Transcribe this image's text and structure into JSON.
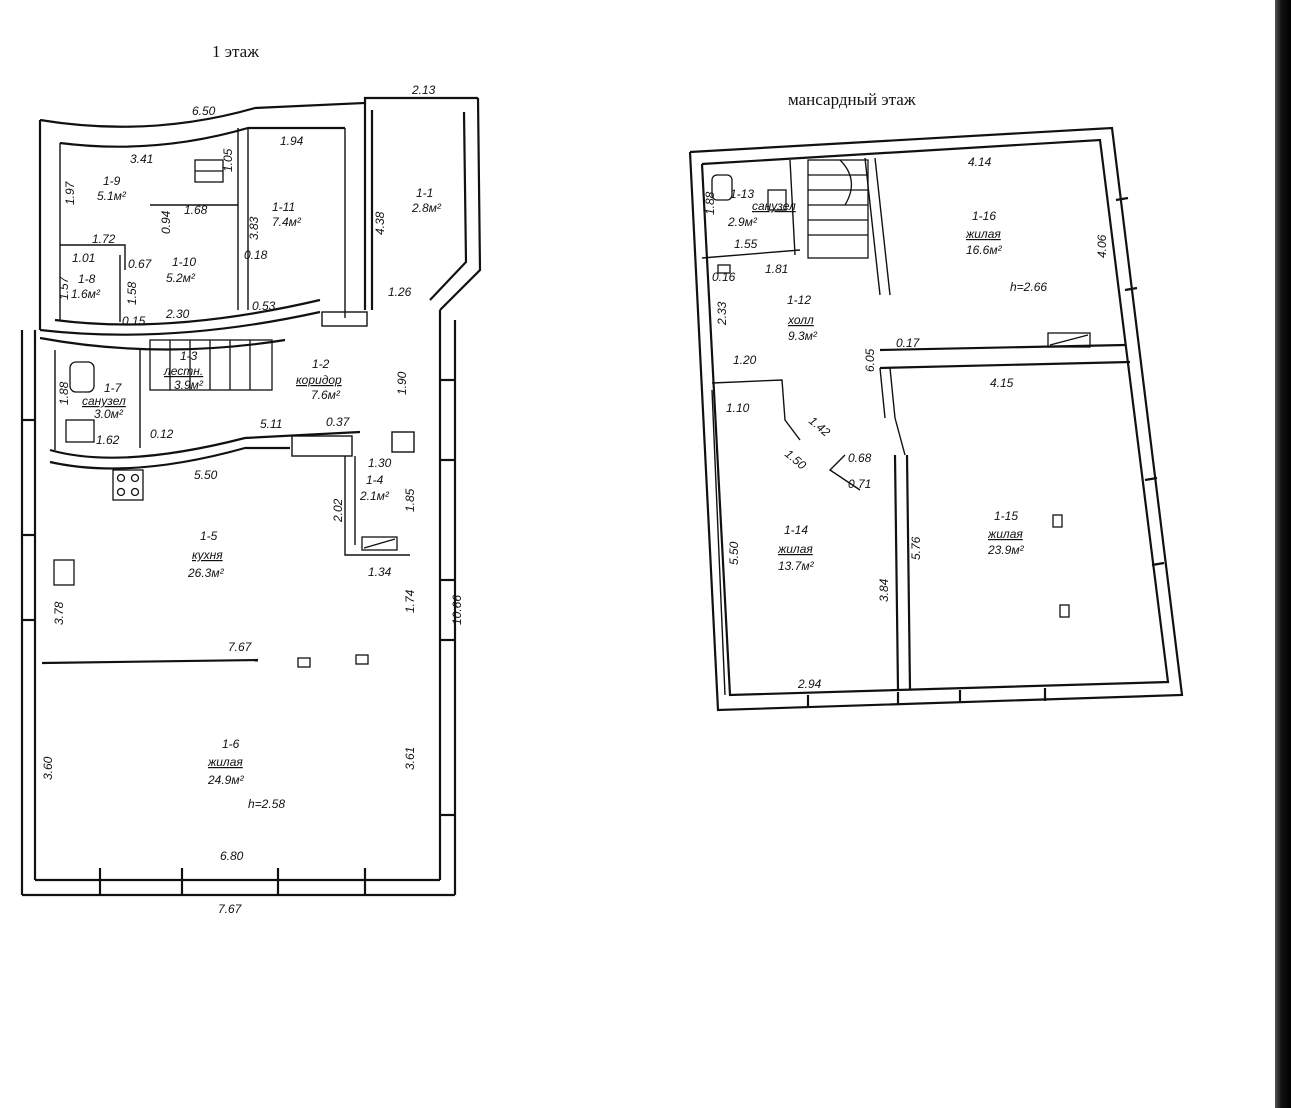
{
  "floors": [
    {
      "title": "1 этаж",
      "height_label": "h=2.58",
      "rooms": [
        {
          "id": "1-1",
          "name": "",
          "area": "2.8м²"
        },
        {
          "id": "1-2",
          "name": "коридор",
          "area": "7.6м²"
        },
        {
          "id": "1-3",
          "name": "лестн.",
          "area": "3.9м²"
        },
        {
          "id": "1-4",
          "name": "",
          "area": "2.1м²"
        },
        {
          "id": "1-5",
          "name": "кухня",
          "area": "26.3м²"
        },
        {
          "id": "1-6",
          "name": "жилая",
          "area": "24.9м²"
        },
        {
          "id": "1-7",
          "name": "санузел",
          "area": "3.0м²"
        },
        {
          "id": "1-8",
          "name": "",
          "area": "1.6м²"
        },
        {
          "id": "1-9",
          "name": "",
          "area": "5.1м²"
        },
        {
          "id": "1-10",
          "name": "",
          "area": "5.2м²"
        },
        {
          "id": "1-11",
          "name": "",
          "area": "7.4м²"
        }
      ],
      "dimensions": [
        "6.50",
        "2.13",
        "1.94",
        "3.41",
        "1.97",
        "1.05",
        "1.68",
        "0.94",
        "3.83",
        "4.38",
        "1.72",
        "1.01",
        "0.67",
        "1.57",
        "1.58",
        "0.15",
        "2.30",
        "0.18",
        "0.53",
        "1.26",
        "1.88",
        "1.62",
        "0.12",
        "5.11",
        "0.37",
        "1.90",
        "1.30",
        "1.85",
        "2.02",
        "5.50",
        "1.34",
        "3.78",
        "1.74",
        "10.66",
        "7.67",
        "3.60",
        "3.61",
        "6.80",
        "7.67"
      ]
    },
    {
      "title": "мансардный этаж",
      "height_label": "h=2.66",
      "rooms": [
        {
          "id": "1-12",
          "name": "холл",
          "area": "9.3м²"
        },
        {
          "id": "1-13",
          "name": "санузел",
          "area": "2.9м²"
        },
        {
          "id": "1-14",
          "name": "жилая",
          "area": "13.7м²"
        },
        {
          "id": "1-15",
          "name": "жилая",
          "area": "23.9м²"
        },
        {
          "id": "1-16",
          "name": "жилая",
          "area": "16.6м²"
        }
      ],
      "dimensions": [
        "1.88",
        "1.55",
        "0.16",
        "1.81",
        "4.14",
        "4.06",
        "2.33",
        "6.05",
        "0.17",
        "1.20",
        "4.15",
        "1.10",
        "1.42",
        "1.50",
        "0.68",
        "0.71",
        "5.50",
        "5.76",
        "3.84",
        "2.94"
      ]
    }
  ]
}
